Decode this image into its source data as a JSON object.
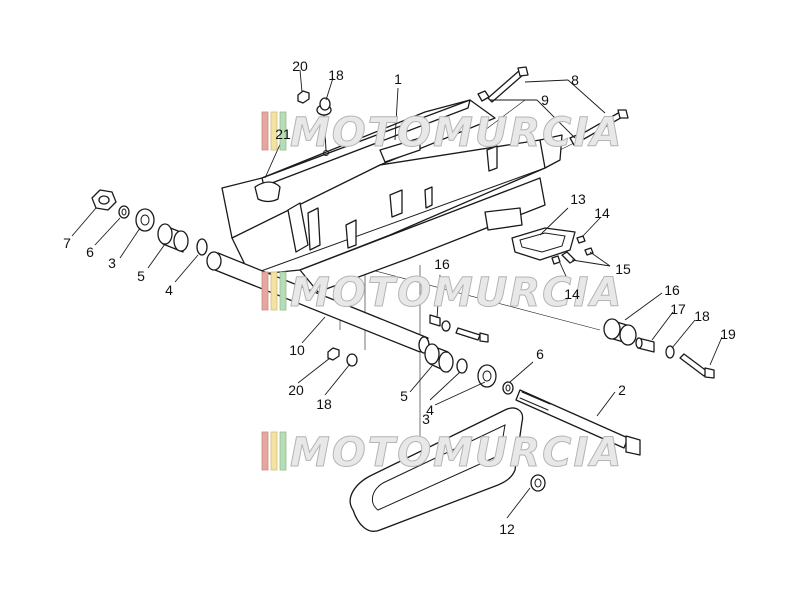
{
  "colors": {
    "line": "#1a1a1a",
    "watermark_fill": "#e8e8e8",
    "watermark_stroke": "#b5b5b5",
    "stripe_red": "#e7a7a0",
    "stripe_yellow": "#f3e2a0",
    "stripe_green": "#b7ddb4"
  },
  "watermark": {
    "text": "MOTOMURCIA"
  },
  "callouts": [
    {
      "id": "1",
      "label": "1"
    },
    {
      "id": "2",
      "label": "2"
    },
    {
      "id": "3a",
      "label": "3"
    },
    {
      "id": "3b",
      "label": "3"
    },
    {
      "id": "4a",
      "label": "4"
    },
    {
      "id": "4b",
      "label": "4"
    },
    {
      "id": "5a",
      "label": "5"
    },
    {
      "id": "5b",
      "label": "5"
    },
    {
      "id": "6a",
      "label": "6"
    },
    {
      "id": "6b",
      "label": "6"
    },
    {
      "id": "7",
      "label": "7"
    },
    {
      "id": "8",
      "label": "8"
    },
    {
      "id": "9",
      "label": "9"
    },
    {
      "id": "10",
      "label": "10"
    },
    {
      "id": "12",
      "label": "12"
    },
    {
      "id": "13",
      "label": "13"
    },
    {
      "id": "14a",
      "label": "14"
    },
    {
      "id": "14b",
      "label": "14"
    },
    {
      "id": "15",
      "label": "15"
    },
    {
      "id": "16a",
      "label": "16"
    },
    {
      "id": "16b",
      "label": "16"
    },
    {
      "id": "17",
      "label": "17"
    },
    {
      "id": "18a",
      "label": "18"
    },
    {
      "id": "18b",
      "label": "18"
    },
    {
      "id": "18c",
      "label": "18"
    },
    {
      "id": "19",
      "label": "19"
    },
    {
      "id": "20a",
      "label": "20"
    },
    {
      "id": "20b",
      "label": "20"
    },
    {
      "id": "21",
      "label": "21"
    }
  ]
}
